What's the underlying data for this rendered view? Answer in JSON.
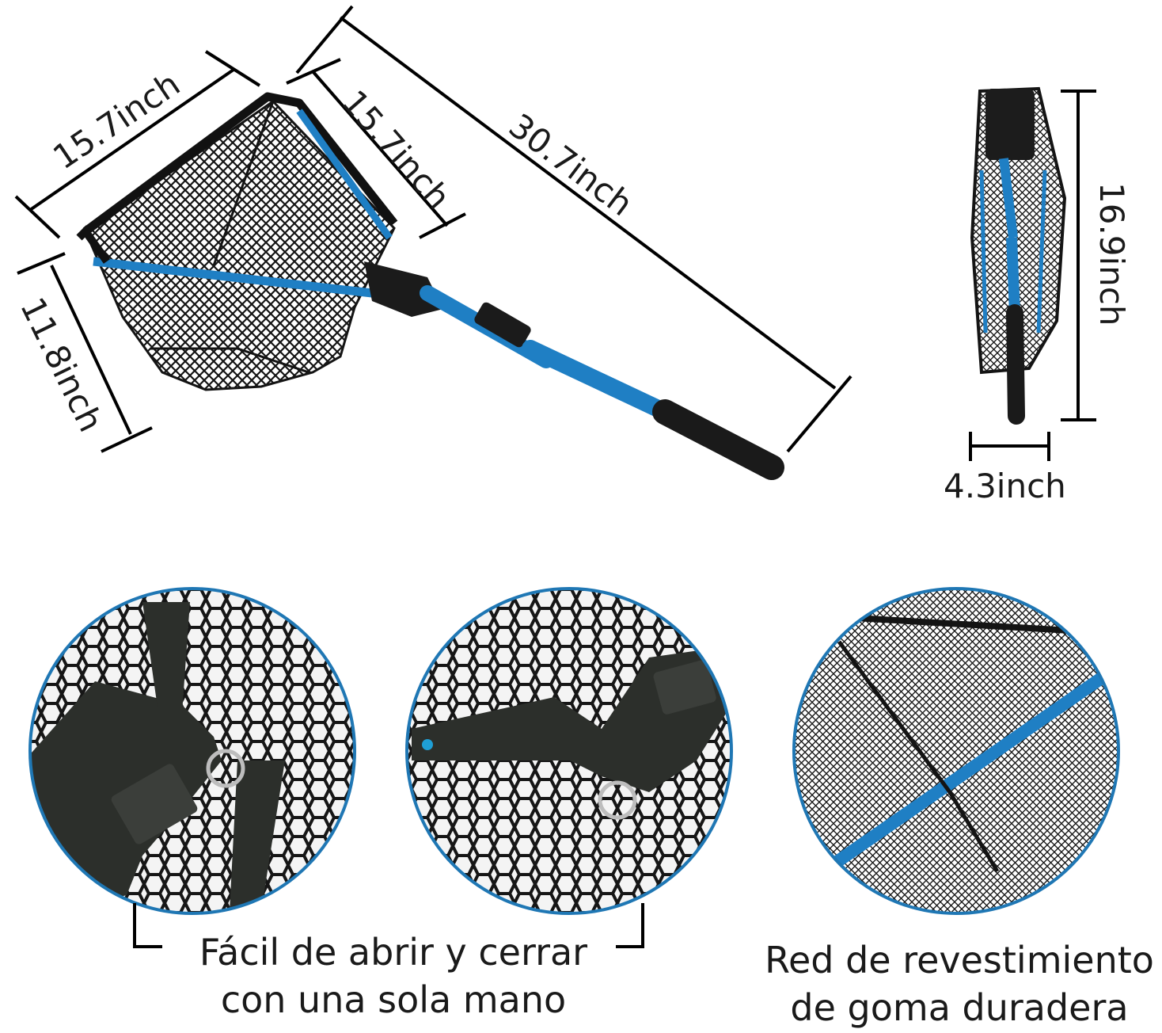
{
  "dimensions": {
    "hoop_top_width": "15.7inch",
    "hoop_side_length": "15.7inch",
    "total_length": "30.7inch",
    "hoop_depth": "11.8inch",
    "folded_length": "16.9inch",
    "folded_width": "4.3inch"
  },
  "captions": {
    "one_hand_line1": "Fácil de abrir y cerrar",
    "one_hand_line2": "con una sola mano",
    "rubber_net_line1": "Red de revestimiento",
    "rubber_net_line2": "de goma duradera"
  },
  "colors": {
    "handle_blue": "#1f7fc4",
    "circle_border": "#1f77b4",
    "net_black": "#141414"
  }
}
